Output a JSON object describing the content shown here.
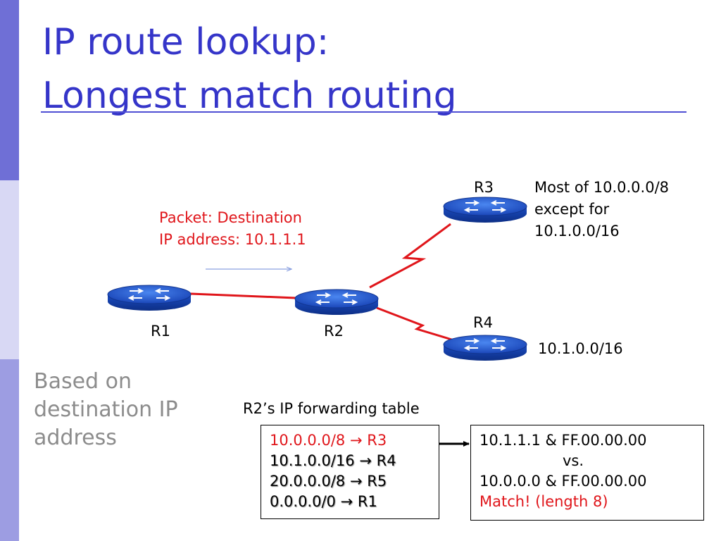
{
  "title": {
    "line1": "IP route lookup:",
    "line2": "Longest match routing"
  },
  "routers": {
    "r1": "R1",
    "r2": "R2",
    "r3": "R3",
    "r4": "R4"
  },
  "packet": {
    "line1": "Packet: Destination",
    "line2": "IP address: 10.1.1.1"
  },
  "r3_note": {
    "line1": "Most of 10.0.0.0/8",
    "line2": "except for",
    "line3": "10.1.0.0/16"
  },
  "r4_note": "10.1.0.0/16",
  "side_note": {
    "line1": "Based on",
    "line2": "destination IP",
    "line3": "address"
  },
  "table": {
    "caption": "R2’s IP forwarding table",
    "arrow_glyph": "→",
    "rows": [
      {
        "prefix": "10.0.0.0/8",
        "next": "R3"
      },
      {
        "prefix": "10.1.0.0/16",
        "next": "R4"
      },
      {
        "prefix": "20.0.0.0/8",
        "next": "R5"
      },
      {
        "prefix": "0.0.0.0/0",
        "next": "R1"
      }
    ]
  },
  "match": {
    "line1": "10.1.1.1 & FF.00.00.00",
    "line2": "vs.",
    "line3": "10.0.0.0 & FF.00.00.00",
    "line4": "Match! (length 8)"
  },
  "colors": {
    "title": "#3535c9",
    "link": "#e0161b",
    "router_body": "#2a5ed6",
    "sidebar_dark": "#6f6fd6",
    "sidebar_light": "#d8d8f4"
  }
}
